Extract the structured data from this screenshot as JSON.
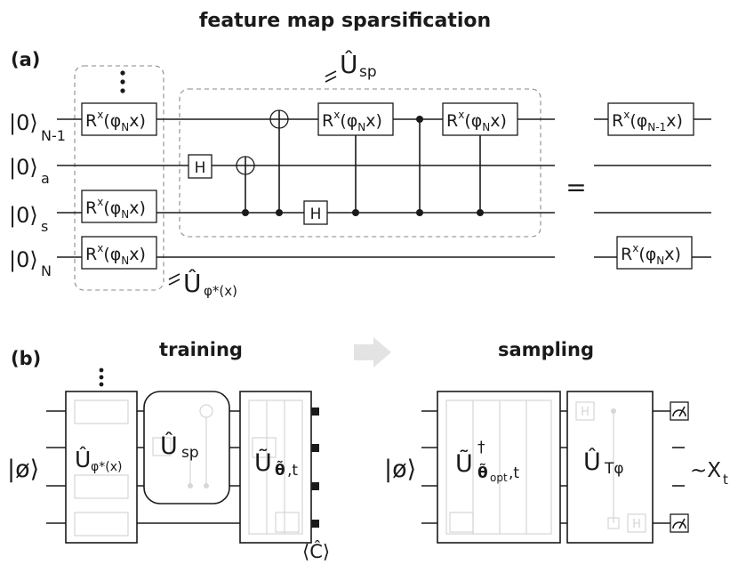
{
  "title": "feature map sparsification",
  "panel_a": {
    "label": "(a)",
    "u_sp": {
      "equals": "=",
      "symbol": "Û",
      "sub": "sp"
    },
    "u_phi": {
      "equals": "=",
      "symbol": "Û",
      "sub": "φ*(x)"
    },
    "ket": "|0⟩",
    "qubits": [
      "N-1",
      "a",
      "s",
      "N"
    ],
    "rx_gate": {
      "base": "R",
      "sup": "x",
      "arg": "(φ",
      "argsub": "N",
      "tail": "x)"
    },
    "rx_gate_right": {
      "base": "R",
      "sup": "x",
      "arg": "(φ",
      "argsub": "N-1",
      "tail": "x)"
    },
    "h_label": "H",
    "equals": "="
  },
  "panel_b": {
    "label": "(b)",
    "training": "training",
    "sampling": "sampling",
    "ket_input": "|ø⟩",
    "u_phi": {
      "symbol": "Û",
      "sub": "φ*(x)"
    },
    "u_sp": {
      "symbol": "Û",
      "sub": "sp"
    },
    "u_theta": {
      "symbol": "Ũ",
      "sub": "θ̃",
      "sub2": ",t"
    },
    "u_theta_dag": {
      "symbol": "Ũ",
      "dagger": "†",
      "sub": "θ̃",
      "subsub": "opt",
      "sub2": ",t"
    },
    "u_tphi": {
      "symbol": "Û",
      "sub": "Tφ"
    },
    "expectation": "⟨Ĉ⟩",
    "output": "~X",
    "output_sub": "t",
    "ghost_h": "H"
  },
  "colors": {
    "ink": "#1a1a1a",
    "dash": "#8a8a8a",
    "ghost": "#d6d6d6",
    "arrow": "#e3e3e3"
  }
}
